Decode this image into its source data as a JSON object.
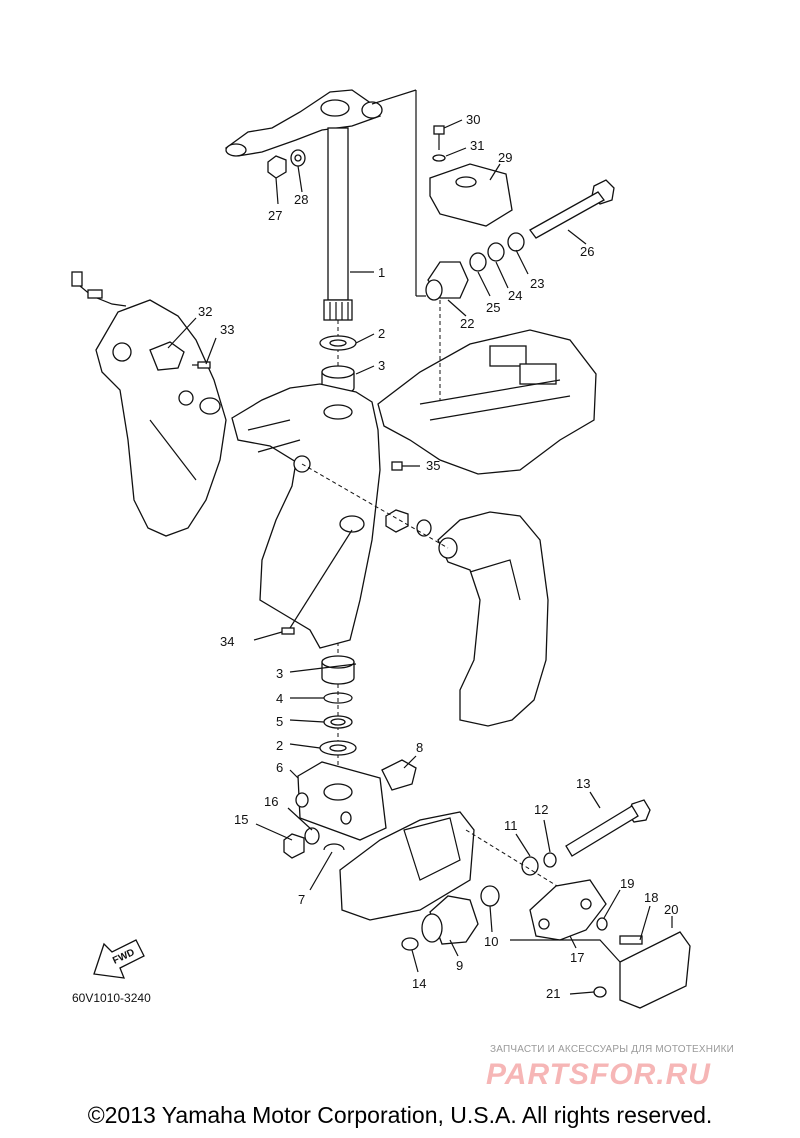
{
  "diagram": {
    "code": "60V1010-3240",
    "fwd_label": "FWD",
    "callouts": {
      "p1": "1",
      "p2a": "2",
      "p2b": "2",
      "p3a": "3",
      "p3b": "3",
      "p4": "4",
      "p5": "5",
      "p6": "6",
      "p7": "7",
      "p8": "8",
      "p9": "9",
      "p10": "10",
      "p11": "11",
      "p12": "12",
      "p13": "13",
      "p14": "14",
      "p15": "15",
      "p16": "16",
      "p17": "17",
      "p18": "18",
      "p19": "19",
      "p20": "20",
      "p21": "21",
      "p22": "22",
      "p23": "23",
      "p24": "24",
      "p25": "25",
      "p26": "26",
      "p27": "27",
      "p28": "28",
      "p29": "29",
      "p30": "30",
      "p31": "31",
      "p32": "32",
      "p33": "33",
      "p34": "34",
      "p35": "35"
    }
  },
  "watermark": {
    "subtitle": "ЗАПЧАСТИ И АКСЕССУАРЫ ДЛЯ МОТОТЕХНИКИ",
    "brand": "PARTSFOR.RU"
  },
  "footer": {
    "copyright": "©2013 Yamaha Motor Corporation, U.S.A. All rights reserved."
  },
  "colors": {
    "line": "#111111",
    "watermark_brand": "#f6b6b6",
    "watermark_text": "#9a9a9a"
  }
}
